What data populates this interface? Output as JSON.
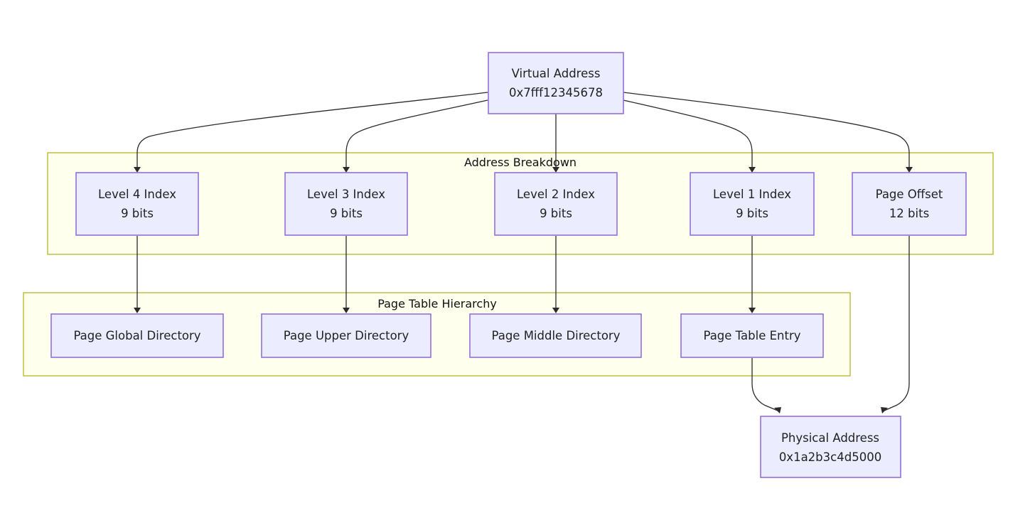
{
  "colors": {
    "node_fill": "#ececff",
    "node_border": "#9370db",
    "cluster_fill": "#ffffde",
    "cluster_border": "#b5b52a",
    "edge": "#2b2b2b"
  },
  "diagram": {
    "clusters": {
      "address_breakdown": {
        "title": "Address Breakdown"
      },
      "page_table_hierarchy": {
        "title": "Page Table Hierarchy"
      }
    },
    "nodes": {
      "virtual_address": {
        "line1": "Virtual Address",
        "line2": "0x7fff12345678"
      },
      "level4": {
        "line1": "Level 4 Index",
        "line2": "9 bits"
      },
      "level3": {
        "line1": "Level 3 Index",
        "line2": "9 bits"
      },
      "level2": {
        "line1": "Level 2 Index",
        "line2": "9 bits"
      },
      "level1": {
        "line1": "Level 1 Index",
        "line2": "9 bits"
      },
      "page_offset": {
        "line1": "Page Offset",
        "line2": "12 bits"
      },
      "pgd": {
        "line1": "Page Global Directory"
      },
      "pud": {
        "line1": "Page Upper Directory"
      },
      "pmd": {
        "line1": "Page Middle Directory"
      },
      "pte": {
        "line1": "Page Table Entry"
      },
      "physical_address": {
        "line1": "Physical Address",
        "line2": "0x1a2b3c4d5000"
      }
    },
    "edges": [
      {
        "from": "virtual_address",
        "to": "level4"
      },
      {
        "from": "virtual_address",
        "to": "level3"
      },
      {
        "from": "virtual_address",
        "to": "level2"
      },
      {
        "from": "virtual_address",
        "to": "level1"
      },
      {
        "from": "virtual_address",
        "to": "page_offset"
      },
      {
        "from": "level4",
        "to": "pgd"
      },
      {
        "from": "level3",
        "to": "pud"
      },
      {
        "from": "level2",
        "to": "pmd"
      },
      {
        "from": "level1",
        "to": "pte"
      },
      {
        "from": "pte",
        "to": "physical_address"
      },
      {
        "from": "page_offset",
        "to": "physical_address"
      }
    ]
  }
}
